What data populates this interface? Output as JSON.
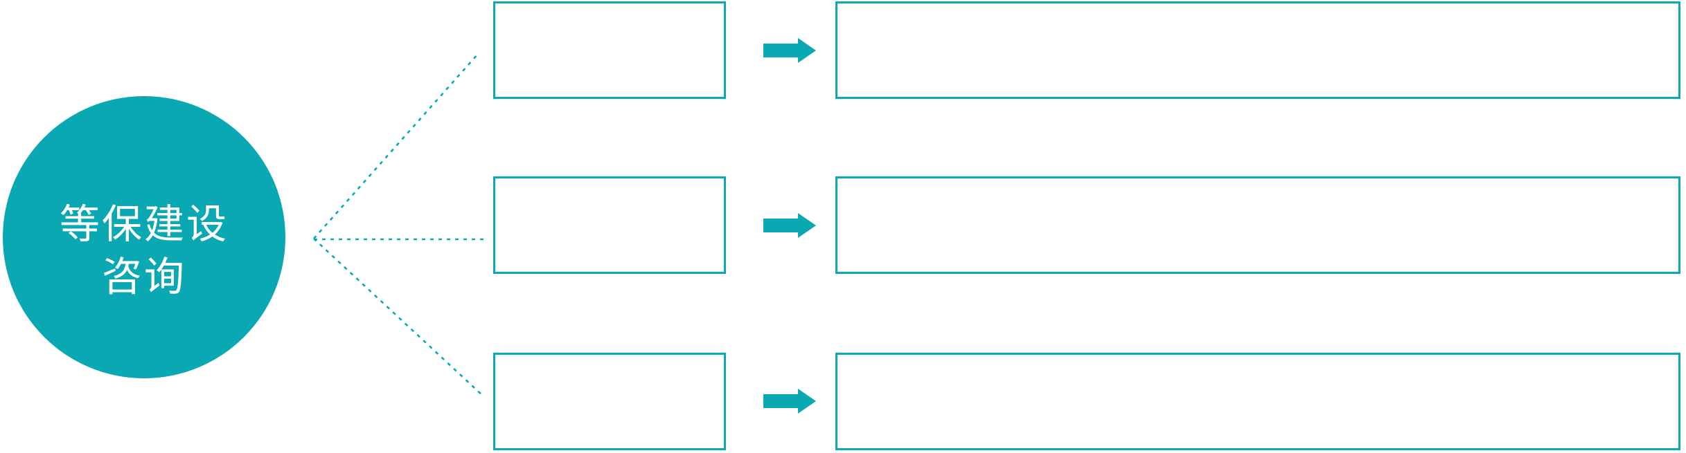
{
  "colors": {
    "accent": "#0aa8b3",
    "background": "#ffffff",
    "circle_text": "#ffffff"
  },
  "diagram": {
    "type": "fan-out flowchart",
    "circle": {
      "label_lines": [
        "等保建设",
        "咨询"
      ]
    },
    "rows": [
      {
        "small_box_text": "",
        "arrow": "right-arrow",
        "big_box_text": ""
      },
      {
        "small_box_text": "",
        "arrow": "right-arrow",
        "big_box_text": ""
      },
      {
        "small_box_text": "",
        "arrow": "right-arrow",
        "big_box_text": ""
      }
    ]
  }
}
